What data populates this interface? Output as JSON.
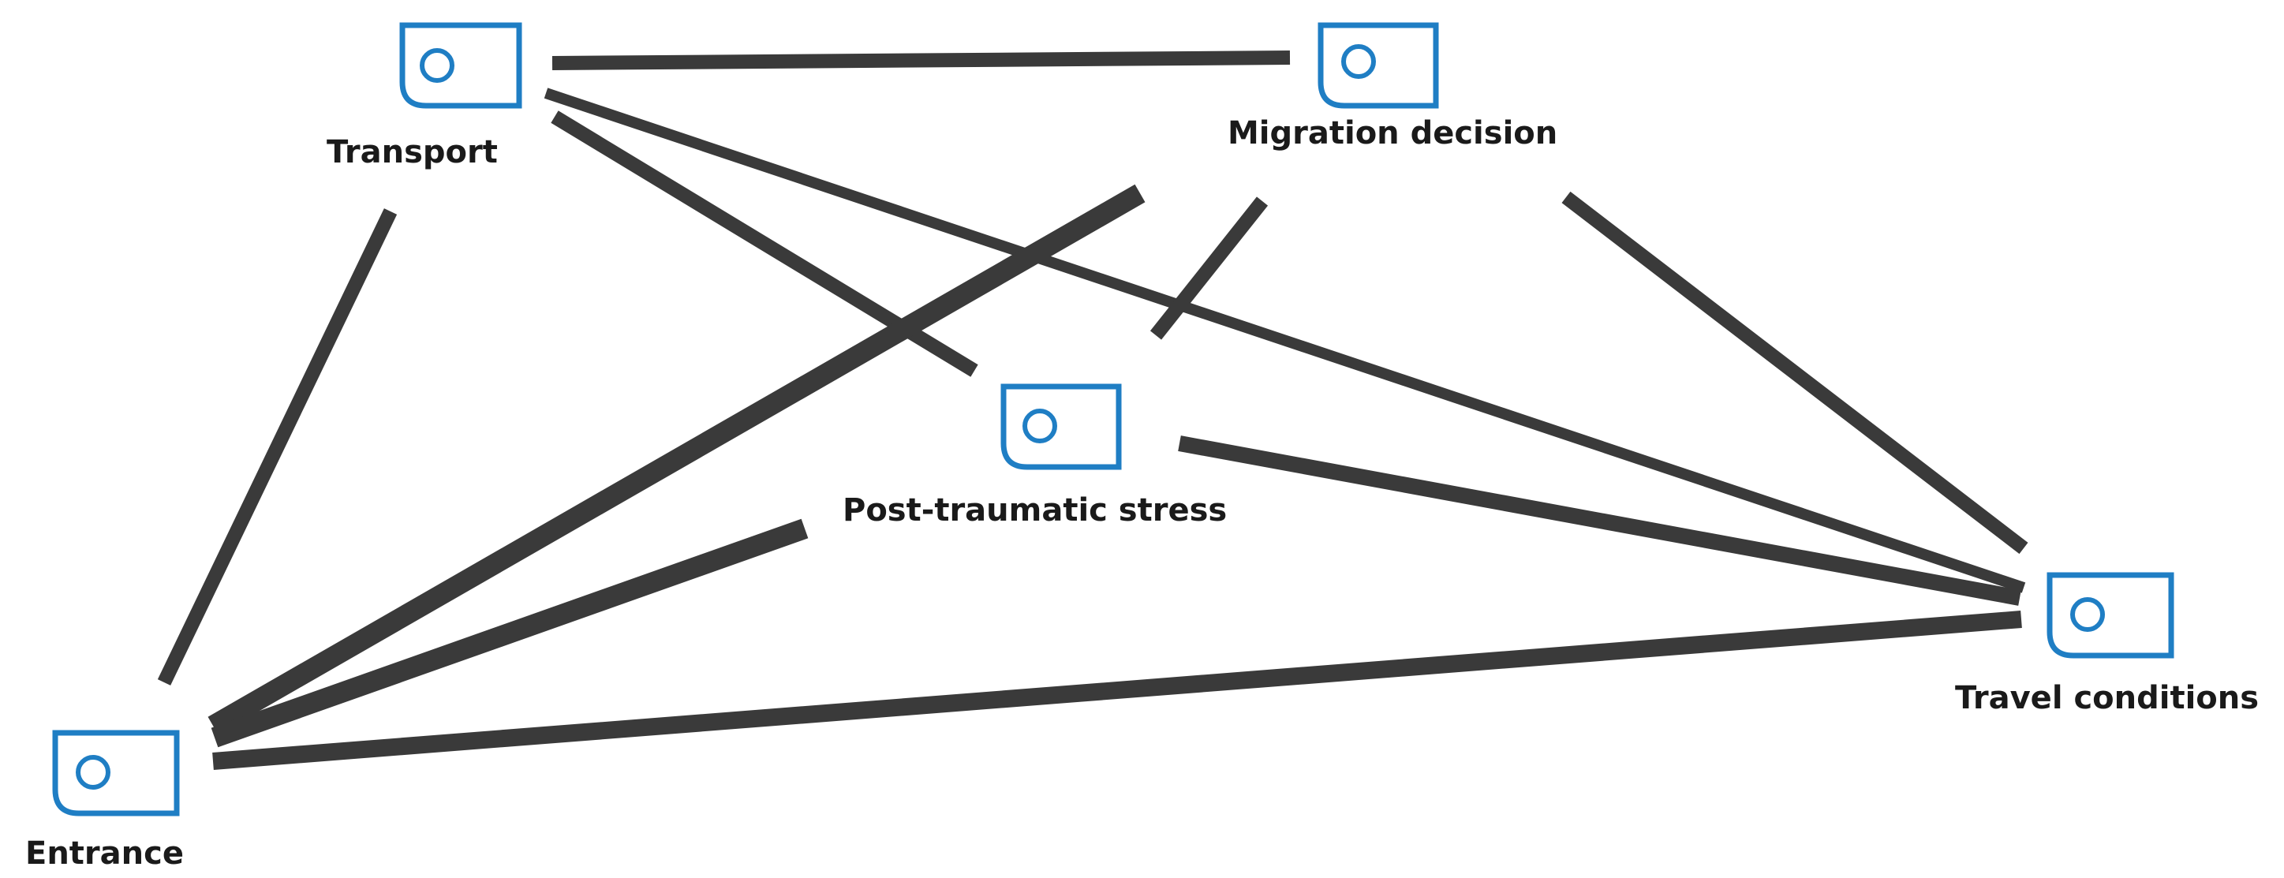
{
  "nodes": [
    {
      "id": "transport",
      "label": "Transport",
      "icon": "node-tag-icon"
    },
    {
      "id": "migration",
      "label": "Migration decision",
      "icon": "node-tag-icon"
    },
    {
      "id": "ptsd",
      "label": "Post-traumatic stress",
      "icon": "node-tag-icon"
    },
    {
      "id": "travel",
      "label": "Travel conditions",
      "icon": "node-tag-icon"
    },
    {
      "id": "entrance",
      "label": "Entrance",
      "icon": "node-tag-icon"
    }
  ],
  "edges": [
    {
      "from": "transport",
      "to": "migration"
    },
    {
      "from": "transport",
      "to": "entrance"
    },
    {
      "from": "transport",
      "to": "ptsd"
    },
    {
      "from": "transport",
      "to": "travel"
    },
    {
      "from": "migration",
      "to": "entrance"
    },
    {
      "from": "migration",
      "to": "ptsd"
    },
    {
      "from": "migration",
      "to": "travel"
    },
    {
      "from": "ptsd",
      "to": "travel"
    },
    {
      "from": "ptsd",
      "to": "entrance"
    },
    {
      "from": "entrance",
      "to": "travel"
    }
  ],
  "colors": {
    "edge": "#3a3a3a",
    "icon": "#1f7ec4",
    "label": "#1a1a1a"
  }
}
